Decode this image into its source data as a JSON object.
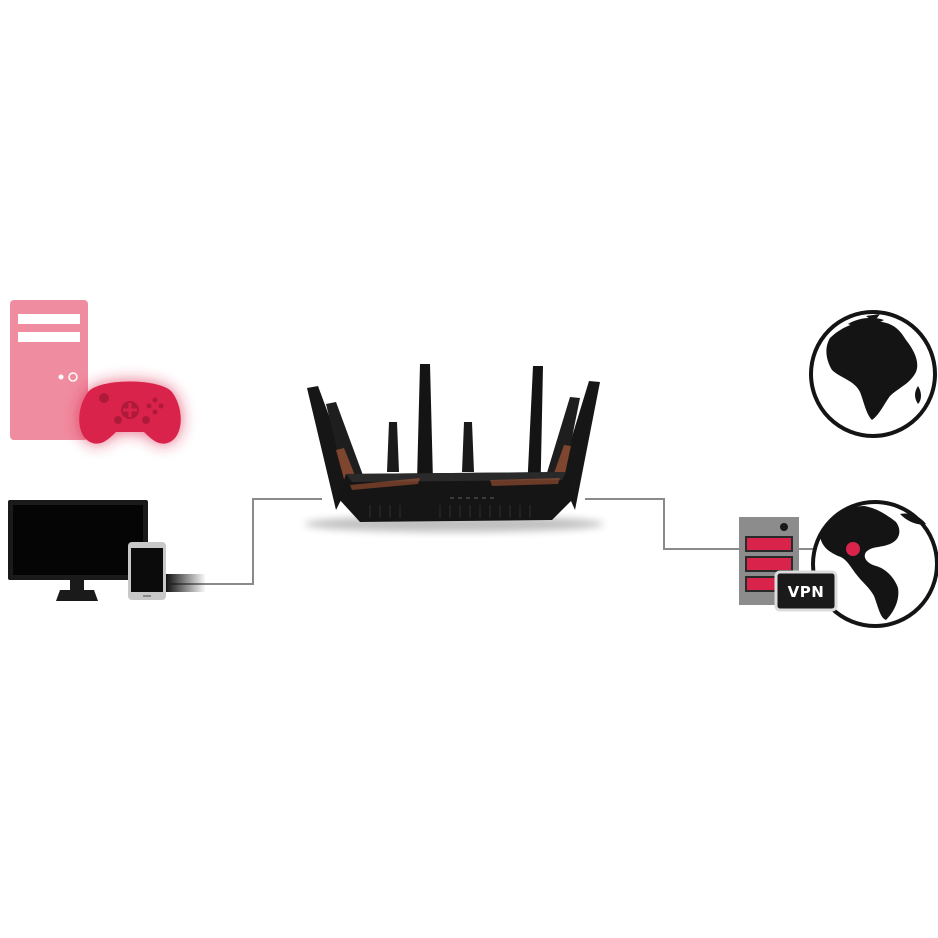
{
  "diagram": {
    "background": "#ffffff",
    "colors": {
      "accent_red": "#d9234a",
      "pink_tower": "#f08ca0",
      "router_dark": "#111111",
      "router_glow": "#c0603a",
      "wire": "#8a8a8a",
      "server_gray": "#8c8c8c",
      "globe_dark": "#141414"
    },
    "nodes": [
      {
        "id": "gaming-pc",
        "icon": "desktop-tower-icon"
      },
      {
        "id": "game-controller",
        "icon": "gamepad-icon"
      },
      {
        "id": "monitor",
        "icon": "monitor-icon"
      },
      {
        "id": "smartphone",
        "icon": "phone-icon"
      },
      {
        "id": "router",
        "icon": "wifi-router-icon"
      },
      {
        "id": "vpn-server",
        "icon": "server-icon"
      },
      {
        "id": "globe-top",
        "icon": "globe-africa-icon"
      },
      {
        "id": "globe-bottom",
        "icon": "globe-americas-icon"
      }
    ],
    "vpn_badge": {
      "label": "VPN"
    }
  }
}
